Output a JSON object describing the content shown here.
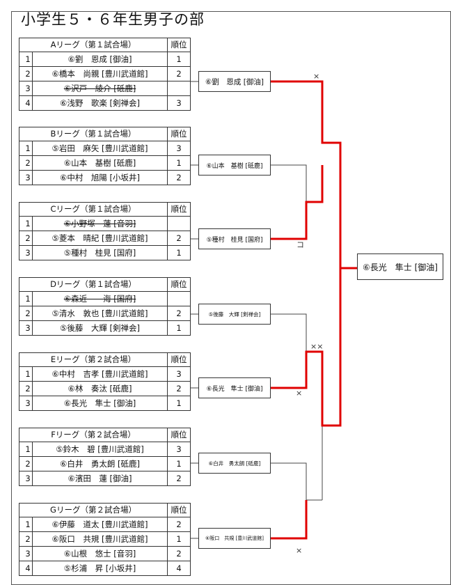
{
  "title": "小学生５・６年生男子の部",
  "rank_header": "順位",
  "leagues": [
    {
      "name": "Aリーグ（第１試合場）",
      "rows": [
        {
          "no": "1",
          "player": "⑥劉　恩成 [御油]",
          "rank": "1",
          "struck": false
        },
        {
          "no": "2",
          "player": "⑥橋本　尚親 [豊川武道館]",
          "rank": "2",
          "struck": false
        },
        {
          "no": "3",
          "player": "⑥沢戸　綾介 [砥鹿]",
          "rank": "",
          "struck": true
        },
        {
          "no": "4",
          "player": "⑥浅野　歌楽 [剣禅会]",
          "rank": "3",
          "struck": false
        }
      ]
    },
    {
      "name": "Bリーグ（第１試合場）",
      "rows": [
        {
          "no": "1",
          "player": "⑤岩田　麻矢 [豊川武道館]",
          "rank": "3",
          "struck": false
        },
        {
          "no": "2",
          "player": "⑥山本　基樹 [砥鹿]",
          "rank": "1",
          "struck": false
        },
        {
          "no": "3",
          "player": "⑥中村　旭陽 [小坂井]",
          "rank": "2",
          "struck": false
        }
      ]
    },
    {
      "name": "Cリーグ（第１試合場）",
      "rows": [
        {
          "no": "1",
          "player": "⑥小野塚　蓮 [音羽]",
          "rank": "",
          "struck": true
        },
        {
          "no": "2",
          "player": "⑤菱本　晴紀 [豊川武道館]",
          "rank": "2",
          "struck": false
        },
        {
          "no": "3",
          "player": "⑤種村　桂見 [国府]",
          "rank": "1",
          "struck": false
        }
      ]
    },
    {
      "name": "Dリーグ（第１試合場）",
      "rows": [
        {
          "no": "1",
          "player": "⑥森近　　海 [国府]",
          "rank": "",
          "struck": true
        },
        {
          "no": "2",
          "player": "⑤清水　敦也 [豊川武道館]",
          "rank": "2",
          "struck": false
        },
        {
          "no": "3",
          "player": "⑤後藤　大輝 [剣禅会]",
          "rank": "1",
          "struck": false
        }
      ]
    },
    {
      "name": "Eリーグ（第２試合場）",
      "rows": [
        {
          "no": "1",
          "player": "⑥中村　吉孝 [豊川武道館]",
          "rank": "3",
          "struck": false
        },
        {
          "no": "2",
          "player": "⑥林　奏汰 [砥鹿]",
          "rank": "2",
          "struck": false
        },
        {
          "no": "3",
          "player": "⑥長光　隼士 [御油]",
          "rank": "1",
          "struck": false
        }
      ]
    },
    {
      "name": "Fリーグ（第２試合場）",
      "rows": [
        {
          "no": "1",
          "player": "⑤鈴木　碧 [豊川武道館]",
          "rank": "3",
          "struck": false
        },
        {
          "no": "2",
          "player": "⑥白井　勇太朗 [砥鹿]",
          "rank": "1",
          "struck": false
        },
        {
          "no": "3",
          "player": "⑥濱田　蓮 [御油]",
          "rank": "2",
          "struck": false
        }
      ]
    },
    {
      "name": "Gリーグ（第２試合場）",
      "rows": [
        {
          "no": "1",
          "player": "⑥伊藤　道太 [豊川武道館]",
          "rank": "2",
          "struck": false
        },
        {
          "no": "2",
          "player": "⑥阪口　共規 [豊川武道館]",
          "rank": "1",
          "struck": false
        },
        {
          "no": "3",
          "player": "⑥山根　悠士 [音羽]",
          "rank": "2",
          "struck": false
        },
        {
          "no": "4",
          "player": "⑤杉浦　昇 [小坂井]",
          "rank": "4",
          "struck": false
        }
      ]
    }
  ],
  "league_winners": [
    "⑥劉　恩成 [御油]",
    "⑥山本　基樹 [砥鹿]",
    "⑤種村　桂見 [国府]",
    "⑤後藤　大輝 [剣禅会]",
    "⑥長光　隼士 [御油]",
    "⑥白井　勇太朗 [砥鹿]",
    "⑥阪口　共規 [豊川武道館]"
  ],
  "champion": "⑥長光　隼士 [御油]",
  "marks": {
    "x": "×",
    "xx": "××",
    "ko": "コ"
  },
  "colors": {
    "win_line": "#e00000",
    "line": "#333333"
  }
}
